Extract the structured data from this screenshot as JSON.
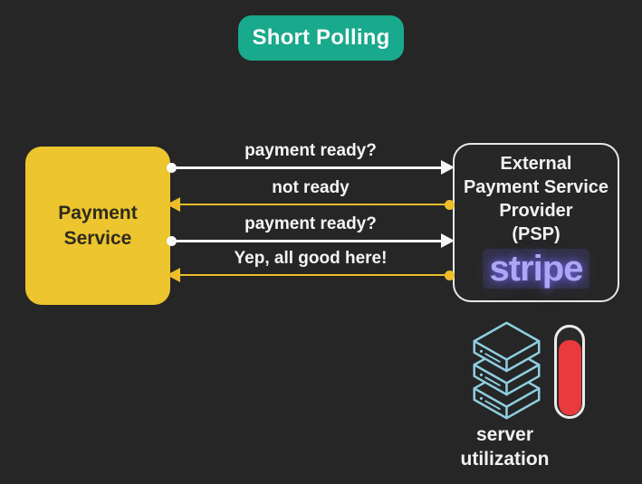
{
  "title": {
    "label": "Short Polling"
  },
  "colors": {
    "background": "#262626",
    "title_pill": "#19A98C",
    "payment_box": "#ECC52F",
    "payment_box_text": "#2E2A1D",
    "arrow_white": "#F5F5F5",
    "arrow_yellow": "#EDBE2A",
    "psp_border": "#E8E8E8",
    "stripe_purple": "#ABA7F5",
    "server_icon_blue": "#8ECFE0",
    "gauge_fill_red": "#EA3A3E"
  },
  "payment_service_box": {
    "lines": [
      "Payment",
      "Service"
    ]
  },
  "psp_box": {
    "lines": [
      "External",
      "Payment Service",
      "Provider",
      "(PSP)"
    ],
    "logo": "stripe"
  },
  "arrows": [
    {
      "label": "payment ready?",
      "direction": "right",
      "color": "white",
      "from": "Payment Service",
      "to": "PSP"
    },
    {
      "label": "not ready",
      "direction": "left",
      "color": "yellow",
      "from": "PSP",
      "to": "Payment Service"
    },
    {
      "label": "payment ready?",
      "direction": "right",
      "color": "white",
      "from": "Payment Service",
      "to": "PSP"
    },
    {
      "label": "Yep, all good here!",
      "direction": "left",
      "color": "yellow",
      "from": "PSP",
      "to": "Payment Service"
    }
  ],
  "server_utilization": {
    "lines": [
      "server",
      "utilization"
    ],
    "icon": "server-stack-icon",
    "gauge": {
      "type": "vertical-bar",
      "fill_percent": 85,
      "fill_color": "#EA3A3E"
    }
  }
}
